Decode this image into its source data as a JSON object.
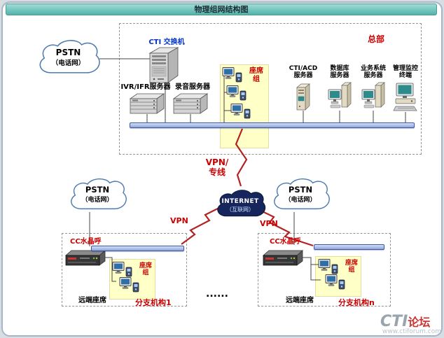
{
  "title_bar": {
    "title": "物理组网结构图"
  },
  "colors": {
    "accent_red": "#cc0000",
    "bus_blue": "#8fa6dd",
    "agent_area_yellow": "#ffffc8",
    "internet_navy": "#16255c"
  },
  "hq": {
    "region_label": "总部",
    "pstn_cloud": {
      "line1": "PSTN",
      "line2": "（电话网）"
    },
    "cti_switch_label": "CTI 交换机",
    "ivr_server_label": "IVR/IFR服务器",
    "recording_server_label": "录音服务器",
    "agent_group_label": "座席组",
    "servers": [
      {
        "line1": "CTI/ACD",
        "line2": "服务器"
      },
      {
        "line1": "数据库",
        "line2": "服务器"
      },
      {
        "line1": "业务系统",
        "line2": "服务器"
      },
      {
        "line1": "管理监控",
        "line2": "终端"
      }
    ]
  },
  "wan": {
    "trunk_label_line1": "VPN/",
    "trunk_label_line2": "专线",
    "internet_cloud": {
      "line1": "INTERNET",
      "line2": "（互联网）"
    },
    "vpn_left_label": "VPN",
    "vpn_right_label": "VPN",
    "ellipsis": "......"
  },
  "branches": [
    {
      "name": "分支机构1",
      "pstn_cloud": {
        "line1": "PSTN",
        "line2": "（电话网）"
      },
      "device_label": "CC水晶呼",
      "agent_group_label": "座席组",
      "remote_agent_label": "远端座席"
    },
    {
      "name": "分支机构n",
      "pstn_cloud": {
        "line1": "PSTN",
        "line2": "（电话网）"
      },
      "device_label": "CC水晶呼",
      "agent_group_label": "座席组",
      "remote_agent_label": "远端座席"
    }
  ],
  "watermark": {
    "brand_gray": "CTI",
    "brand_red": "论坛",
    "url": "www.ctiforum.com"
  },
  "icons": {
    "pstn_cloud": "cloud",
    "internet_cloud": "dark-cloud",
    "lightning_link": "zigzag-bolt",
    "agent_workstation": "monitor-with-phone",
    "rack_server": "3d-rack-server",
    "tower_switch": "3d-tower-switch",
    "server_tower": "small-tower-server",
    "monitor_tower": "monitor-with-tower",
    "desktop_terminal": "desktop-pc",
    "branch_device": "1u-appliance"
  }
}
